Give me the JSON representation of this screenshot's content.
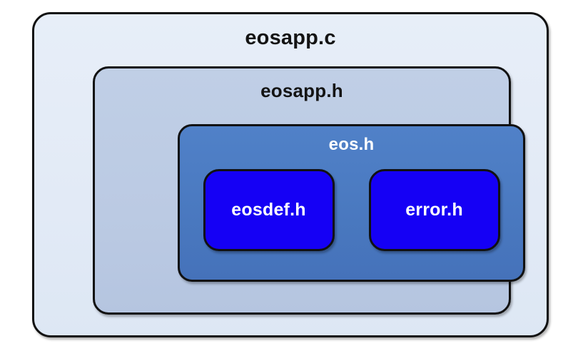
{
  "diagram": {
    "type": "nested-containment",
    "title": "eosapp.c",
    "background_color": "#ffffff",
    "levels": [
      {
        "label": "eosapp.c",
        "fill_color": "#e2eaf6",
        "text_color": "#141414",
        "border_color": "#111111"
      },
      {
        "label": "eosapp.h",
        "fill_color": "#bbcae3",
        "text_color": "#141414",
        "border_color": "#111111"
      },
      {
        "label": "eos.h",
        "fill_color": "#4a79c0",
        "text_color": "#ffffff",
        "border_color": "#111111"
      }
    ],
    "leaves": [
      {
        "label": "eosdef.h",
        "fill_color": "#1500f5",
        "text_color": "#ffffff",
        "border_color": "#111111"
      },
      {
        "label": "error.h",
        "fill_color": "#1500f5",
        "text_color": "#ffffff",
        "border_color": "#111111"
      }
    ]
  }
}
